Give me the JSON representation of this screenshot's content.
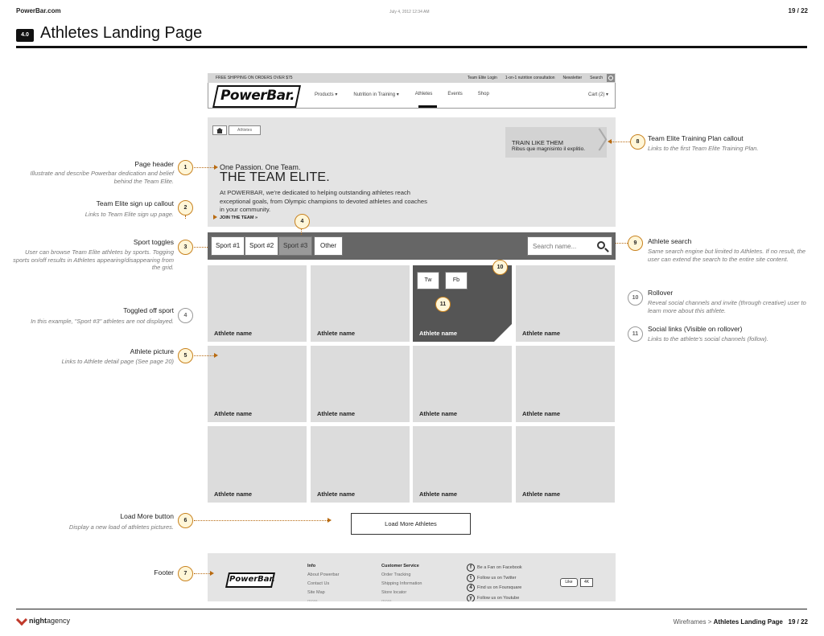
{
  "doc": {
    "site": "PowerBar.com",
    "date": "July 4, 2012 12:34 AM",
    "page": "19 / 22",
    "section_badge": "4.0",
    "title": "Athletes Landing Page",
    "agency_bold": "night",
    "agency_rest": "agency",
    "footer_path_prefix": "Wireframes > ",
    "footer_path_current": "Athletes Landing Page",
    "footer_page": "19 / 22"
  },
  "site": {
    "topbar": {
      "shipping": "FREE SHIPPING ON ORDERS OVER $75",
      "links": [
        "Team Elite Login",
        "1-on-1 nutrition consultation",
        "Newsletter",
        "Search"
      ]
    },
    "logo": "PowerBar.",
    "nav": {
      "products": "Products ▾",
      "nutrition": "Nutrition in Training ▾",
      "athletes": "Athletes",
      "events": "Events",
      "shop": "Shop",
      "cart": "Cart (2) ▾"
    },
    "breadcrumb": "Athletes",
    "hero": {
      "subtitle": "One Passion. One Team.",
      "title": "THE TEAM ELITE.",
      "body": "At POWERBAR, we're dedicated to helping outstanding athletes reach exceptional goals, from Olympic champions to devoted athletes and coaches in your community.",
      "cta": "JOIN THE TEAM »"
    },
    "callout": {
      "title": "TRAIN LIKE THEM",
      "text": "Ribus que magnisinto il explitio.",
      "chevron": "〉"
    },
    "sports": [
      "Sport #1",
      "Sport #2",
      "Sport #3",
      "Other"
    ],
    "search_placeholder": "Search name...",
    "athlete_name": "Athlete name",
    "social": {
      "tw": "Tw",
      "fb": "Fb"
    },
    "load_more": "Load More Athletes",
    "footer": {
      "info_head": "Info",
      "info": [
        "About Powerbar",
        "Contact Us",
        "Site Map",
        "more"
      ],
      "cs_head": "Customer Service",
      "cs": [
        "Order Tracking",
        "Shipping Information",
        "Store locator",
        "more"
      ],
      "social": [
        {
          "glyph": "f",
          "label": "Be a Fan on Facebook"
        },
        {
          "glyph": "t",
          "label": "Follow us on Twitter"
        },
        {
          "glyph": "4",
          "label": "Find us on Foursquare"
        },
        {
          "glyph": "y",
          "label": "Follow us on Youtube"
        }
      ],
      "like": "Like",
      "like_count": "4K"
    }
  },
  "annotations": {
    "a1": {
      "num": "1",
      "title": "Page header",
      "desc": "Illustrate and describe Powerbar dedication and belief behind the Team Elite."
    },
    "a2": {
      "num": "2",
      "title": "Team Elite sign up callout",
      "desc": "Links to Team Elite sign up page."
    },
    "a3": {
      "num": "3",
      "title": "Sport toggles",
      "desc": "User can browse Team Elite athletes by sports. Togging sports on/off results in Athletes appearing/disappearing from the grid."
    },
    "a4": {
      "num": "4",
      "title": "Toggled off sport",
      "desc": "In this example, \"Sport #3\" athletes are not displayed."
    },
    "a5": {
      "num": "5",
      "title": "Athlete picture",
      "desc": "Links to Athlete detail page (See page 20)"
    },
    "a6": {
      "num": "6",
      "title": "Load More button",
      "desc": "Display a new load of athletes pictures."
    },
    "a7": {
      "num": "7",
      "title": "Footer"
    },
    "a8": {
      "num": "8",
      "title": "Team Elite Training Plan callout",
      "desc": "Links to the first Team Elite Training Plan."
    },
    "a9": {
      "num": "9",
      "title": "Athlete search",
      "desc": "Same search engine but limited to Athletes. If no result, the user can extend the search to the entire site content."
    },
    "a10": {
      "num": "10",
      "title": "Rollover",
      "desc": "Reveal social channels and invite (through creative) user to learn more about this athlete."
    },
    "a11": {
      "num": "11",
      "title": "Social links (Visible on rollover)",
      "desc": "Links to the athlete's social channels (follow)."
    }
  },
  "colors": {
    "marker": "#fff6d8",
    "marker_border": "#c8821f",
    "leader": "#b86a10",
    "active": "#555555"
  }
}
